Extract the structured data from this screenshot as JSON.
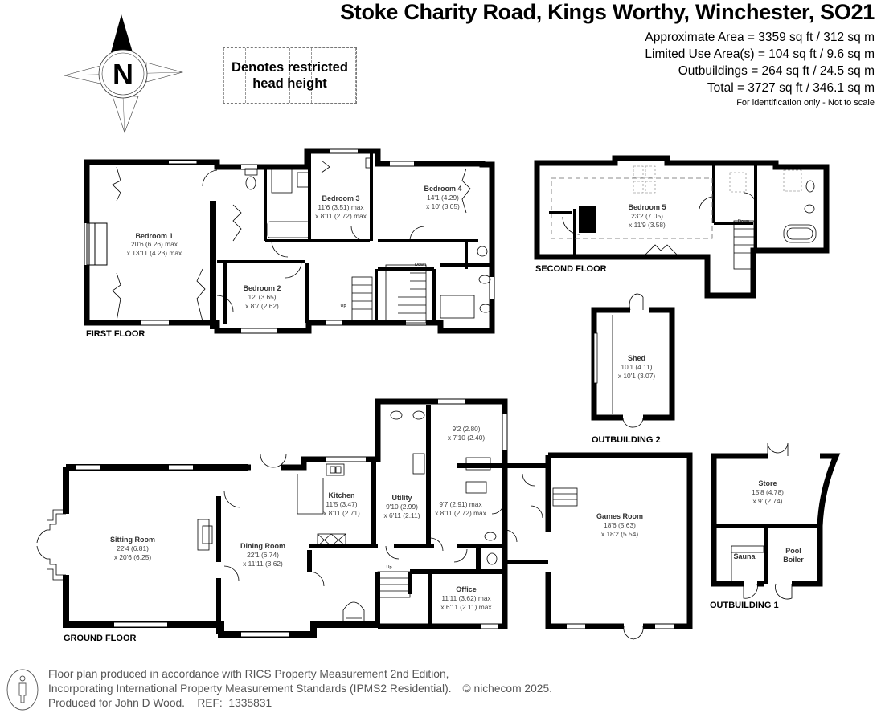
{
  "header": {
    "title": "Stoke Charity Road, Kings Worthy, Winchester, SO21",
    "areas": [
      "Approximate Area = 3359 sq ft / 312 sq m",
      "Limited Use Area(s) = 104 sq ft / 9.6 sq m",
      "Outbuildings = 264 sq ft / 24.5 sq m",
      "Total = 3727 sq ft / 346.1 sq m"
    ],
    "note": "For identification only - Not to scale"
  },
  "compass": {
    "icon": "compass-rose-icon",
    "label": "N"
  },
  "legend": {
    "line1": "Denotes restricted",
    "line2": "head height"
  },
  "floors": {
    "first": {
      "label": "FIRST FLOOR",
      "rooms": [
        {
          "name": "Bedroom 1",
          "dim1": "20'6 (6.26) max",
          "dim2": "x 13'11 (4.23) max"
        },
        {
          "name": "Bedroom 2",
          "dim1": "12' (3.65)",
          "dim2": "x 8'7 (2.62)"
        },
        {
          "name": "Bedroom 3",
          "dim1": "11'6 (3.51) max",
          "dim2": "x 8'11 (2.72) max"
        },
        {
          "name": "Bedroom 4",
          "dim1": "14'1 (4.29)",
          "dim2": "x 10' (3.05)"
        }
      ],
      "stairs": {
        "up": "Up",
        "down": "Down"
      }
    },
    "second": {
      "label": "SECOND FLOOR",
      "rooms": [
        {
          "name": "Bedroom 5",
          "dim1": "23'2 (7.05)",
          "dim2": "x 11'9 (3.58)"
        }
      ],
      "stairs": {
        "down": "Down"
      }
    },
    "ground": {
      "label": "GROUND FLOOR",
      "rooms": [
        {
          "name": "Sitting Room",
          "dim1": "22'4 (6.81)",
          "dim2": "x 20'6 (6.25)"
        },
        {
          "name": "Dining Room",
          "dim1": "22'1 (6.74)",
          "dim2": "x 11'11 (3.62)"
        },
        {
          "name": "Kitchen",
          "dim1": "11'5 (3.47)",
          "dim2": "x 8'11 (2.71)"
        },
        {
          "name": "Utility",
          "dim1": "9'10 (2.99)",
          "dim2": "x 6'11 (2.11)"
        },
        {
          "name": "",
          "dim1": "9'2 (2.80)",
          "dim2": "x 7'10 (2.40)"
        },
        {
          "name": "",
          "dim1": "9'7 (2.91) max",
          "dim2": "x 8'11 (2.72) max"
        },
        {
          "name": "Office",
          "dim1": "11'11 (3.62) max",
          "dim2": "x 6'11 (2.11) max"
        },
        {
          "name": "Games Room",
          "dim1": "18'6 (5.63)",
          "dim2": "x 18'2 (5.54)"
        }
      ],
      "stairs": {
        "up": "Up"
      }
    },
    "outbuilding1": {
      "label": "OUTBUILDING 1",
      "rooms": [
        {
          "name": "Store",
          "dim1": "15'8 (4.78)",
          "dim2": "x 9' (2.74)"
        },
        {
          "name": "Sauna"
        },
        {
          "name": "Pool",
          "name2": "Boiler"
        }
      ]
    },
    "outbuilding2": {
      "label": "OUTBUILDING 2",
      "rooms": [
        {
          "name": "Shed",
          "dim1": "10'1 (4.11)",
          "dim2": "x 10'1 (3.07)"
        }
      ]
    }
  },
  "footer": {
    "icon": "person-measure-icon",
    "line1": "Floor plan produced in accordance with RICS Property Measurement 2nd Edition,",
    "line2": "Incorporating International Property Measurement Standards (IPMS2 Residential).",
    "copyright": "© nichecom 2025.",
    "line3": "Produced for John D Wood.    REF:  1335831"
  },
  "colors": {
    "wall": "#000000",
    "background": "#ffffff",
    "text": "#333333",
    "footer_text": "#555555"
  }
}
